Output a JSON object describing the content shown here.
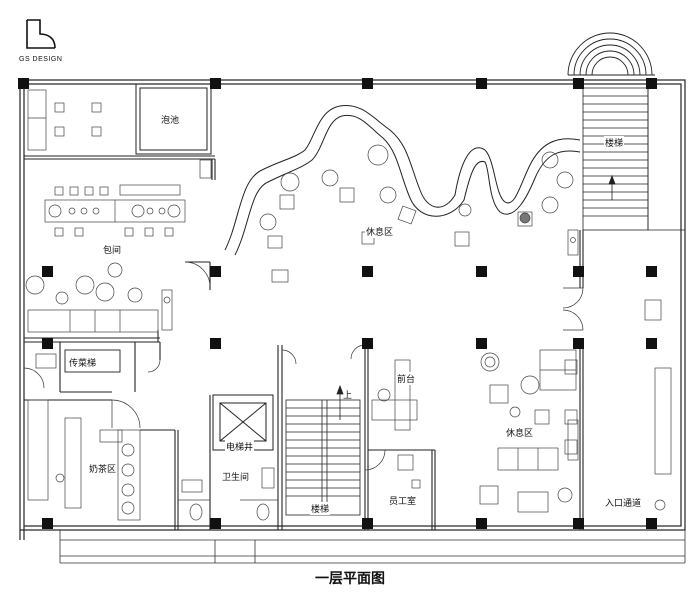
{
  "brand": {
    "logo_text": "GS DESIGN"
  },
  "caption": "一层平面图",
  "rooms": {
    "pool": "泡池",
    "private_room": "包间",
    "lounge_top": "休息区",
    "stairs_right": "楼梯",
    "dumbwaiter": "传菜梯",
    "elevator_shaft": "电梯井",
    "up_mark": "上",
    "reception": "前台",
    "lounge_bottom": "休息区",
    "milk_tea": "奶茶区",
    "restroom": "卫生间",
    "stairs_center": "楼梯",
    "staff_room": "员工室",
    "entrance": "入口通道"
  }
}
